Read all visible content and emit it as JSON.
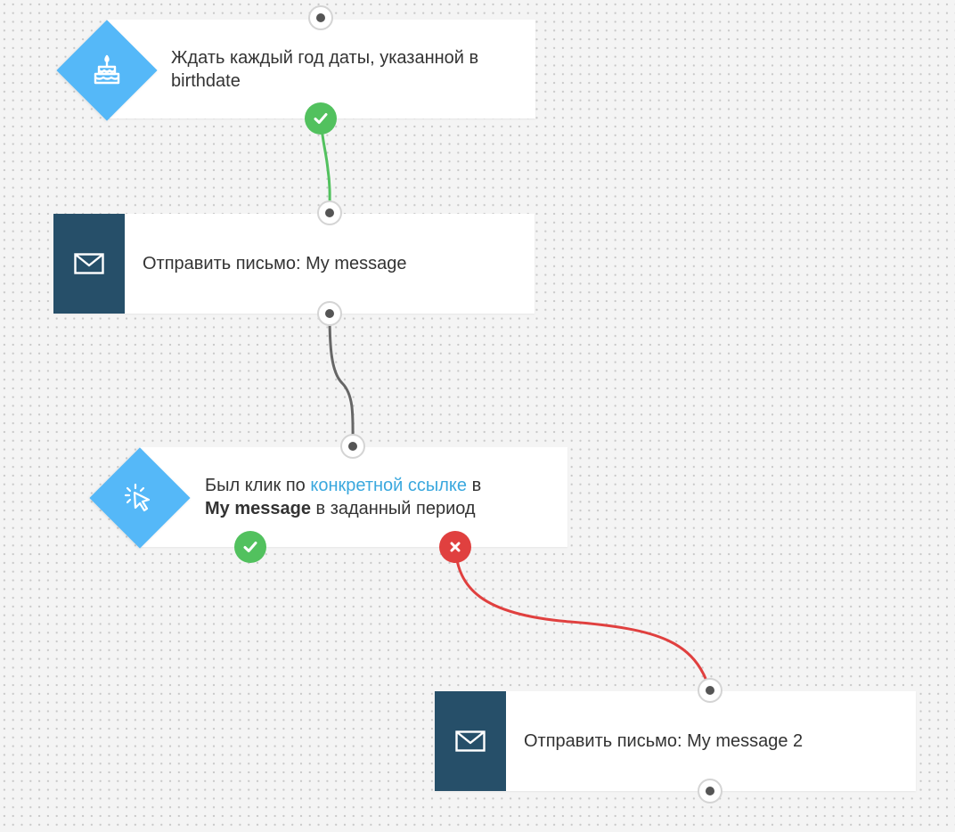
{
  "nodes": {
    "birthday": {
      "text": "Ждать каждый год даты, указанной в birthdate",
      "icon": "birthday-cake-icon"
    },
    "send1": {
      "text": "Отправить письмо: My message",
      "icon": "envelope-icon"
    },
    "click": {
      "text_prefix": "Был клик по ",
      "link_text": "конкретной ссылке",
      "text_mid": " в",
      "bold_text": "My message",
      "text_suffix": " в заданный период",
      "icon": "click-cursor-icon"
    },
    "send2": {
      "text": "Отправить письмо: My message 2",
      "icon": "envelope-icon"
    }
  },
  "colors": {
    "diamond": "#55b8f8",
    "square": "#264f69",
    "yes": "#52c15e",
    "no": "#e0403f",
    "neutral_line": "#666666",
    "link": "#3aa8de"
  }
}
